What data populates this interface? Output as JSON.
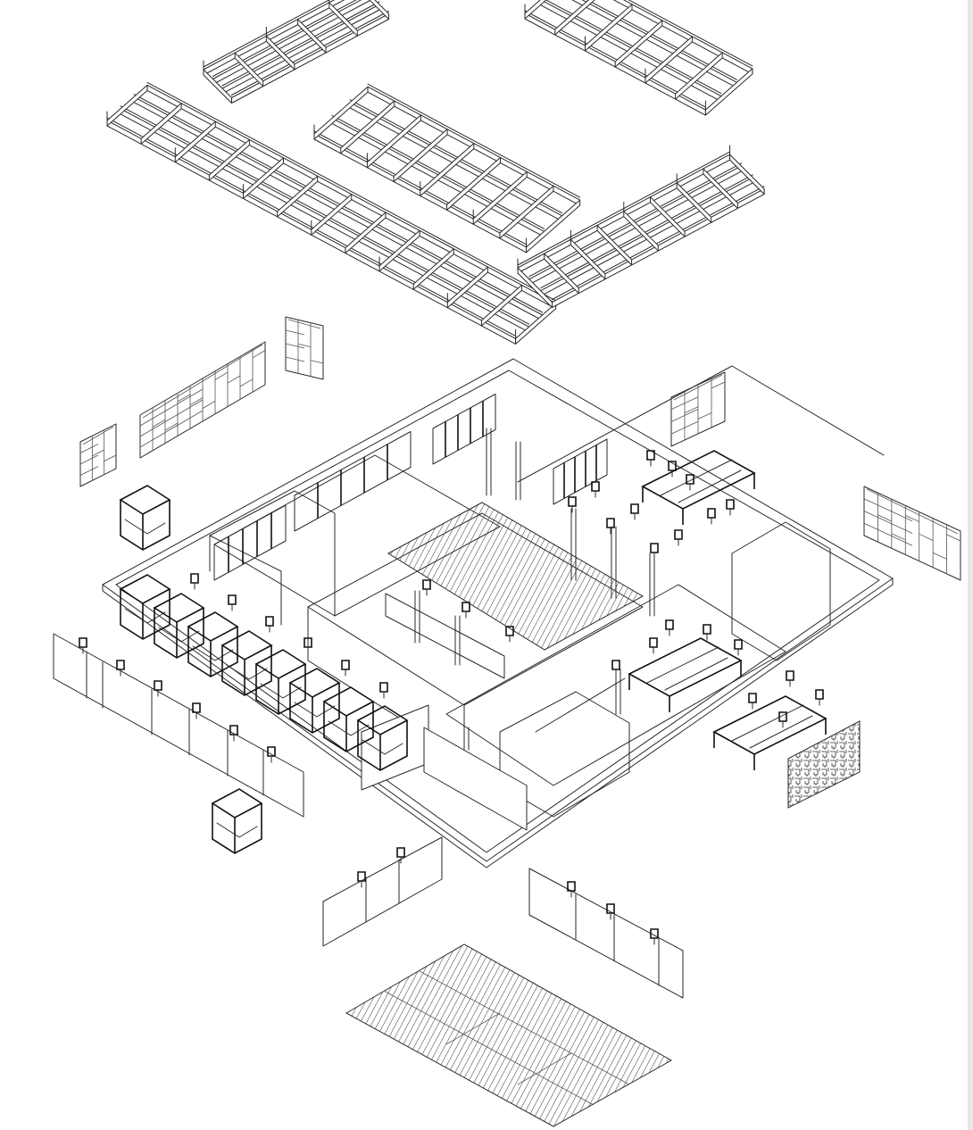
{
  "diagram": {
    "type": "exploded-axonometric",
    "colors": {
      "line": "#2a2a2a",
      "background": "#ffffff",
      "dark": "#111111"
    },
    "components": [
      "roof-beam-frame-top-left",
      "roof-beam-frame-top-right",
      "roof-beam-frame-main",
      "roof-beam-frame-center",
      "roof-beam-frame-right",
      "lattice-screen-panels",
      "floor-plan-shell",
      "display-rack-units",
      "partition-wall-panels",
      "ground-slat-decking",
      "fretwork-screen-panel"
    ]
  }
}
